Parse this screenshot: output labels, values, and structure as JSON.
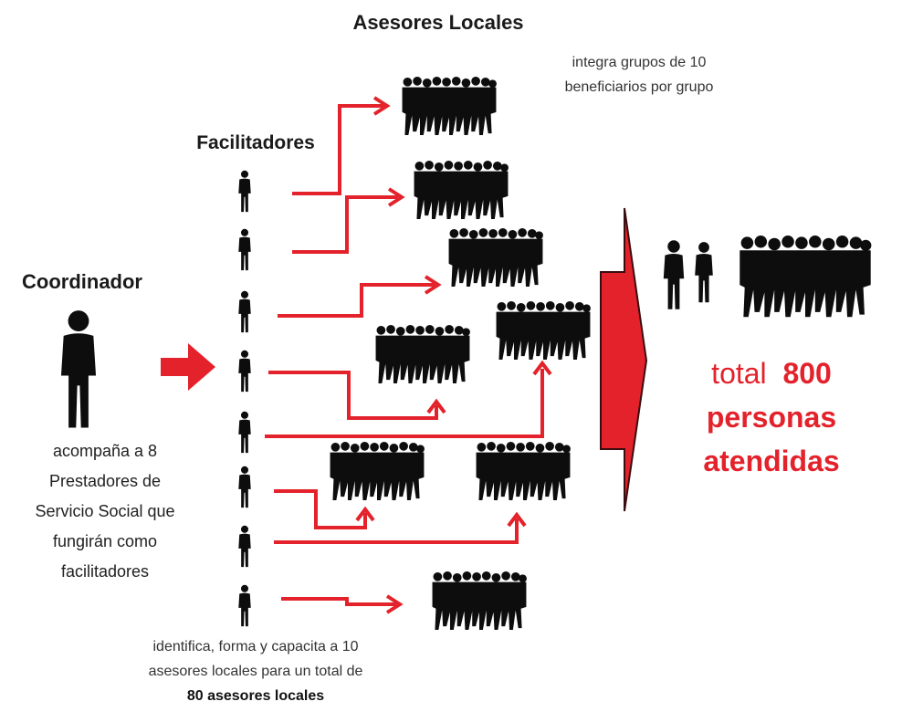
{
  "labels": {
    "asesores_title": "Asesores Locales",
    "facilitadores_title": "Facilitadores",
    "coordinador_title": "Coordinador"
  },
  "notes": {
    "grupos_line1": "integra grupos de 10",
    "grupos_line2": "beneficiarios por grupo",
    "coord_line1": "acompaña a 8",
    "coord_line2": "Prestadores de",
    "coord_line3": "Servicio Social que",
    "coord_line4": "fungirán como",
    "coord_line5": "facilitadores",
    "facil_line1": "identifica, forma y capacita a 10",
    "facil_line2": "asesores locales para un total de",
    "facil_line3": "80 asesores locales"
  },
  "total": {
    "word": "total",
    "number": "800",
    "line2": "personas",
    "line3": "atendidas"
  },
  "colors": {
    "accent": "#e3222b",
    "silhouette": "#0d0d0d"
  },
  "icons": [
    "person-silhouette-icon",
    "crowd-silhouette-icon",
    "arrow-icon"
  ]
}
